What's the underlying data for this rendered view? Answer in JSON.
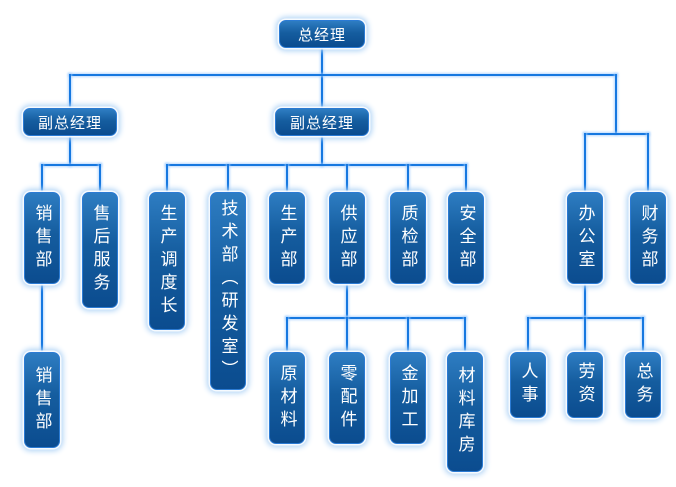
{
  "diagram_type": "org-chart",
  "colors": {
    "background": "#ffffff",
    "node_fill_top": "#2e7dc2",
    "node_fill_bottom": "#0b4c8f",
    "node_border": "#2b7bd4",
    "node_glow": "#aed2f5",
    "connector_line": "#1678e0",
    "node_text": "#ffffff"
  },
  "nodes": [
    {
      "id": "general-manager",
      "label": "总经理",
      "parent": null
    },
    {
      "id": "deputy-gm-left",
      "label": "副总经理",
      "parent": "general-manager"
    },
    {
      "id": "deputy-gm-middle",
      "label": "副总经理",
      "parent": "general-manager"
    },
    {
      "id": "sales-dept",
      "label": "销售部",
      "parent": "deputy-gm-left"
    },
    {
      "id": "after-sales-service",
      "label": "售后服务",
      "parent": "deputy-gm-left"
    },
    {
      "id": "production-dispatch-chief",
      "label": "生产调度长",
      "parent": "deputy-gm-middle"
    },
    {
      "id": "tech-dept-rd-room",
      "label": "技术部（研发室）",
      "parent": "deputy-gm-middle"
    },
    {
      "id": "production-dept",
      "label": "生产部",
      "parent": "deputy-gm-middle"
    },
    {
      "id": "supply-dept",
      "label": "供应部",
      "parent": "deputy-gm-middle"
    },
    {
      "id": "quality-inspection-dept",
      "label": "质检部",
      "parent": "deputy-gm-middle"
    },
    {
      "id": "safety-dept",
      "label": "安全部",
      "parent": "deputy-gm-middle"
    },
    {
      "id": "office",
      "label": "办公室",
      "parent": "general-manager"
    },
    {
      "id": "finance-dept",
      "label": "财务部",
      "parent": "general-manager"
    },
    {
      "id": "sales-dept-sub",
      "label": "销售部",
      "parent": "sales-dept"
    },
    {
      "id": "raw-materials",
      "label": "原材料",
      "parent": "supply-dept"
    },
    {
      "id": "spare-parts",
      "label": "零配件",
      "parent": "supply-dept"
    },
    {
      "id": "metal-processing",
      "label": "金加工",
      "parent": "supply-dept"
    },
    {
      "id": "material-warehouse",
      "label": "材料库房",
      "parent": "supply-dept"
    },
    {
      "id": "personnel",
      "label": "人事",
      "parent": "office"
    },
    {
      "id": "labor-wages",
      "label": "劳资",
      "parent": "office"
    },
    {
      "id": "general-affairs",
      "label": "总务",
      "parent": "office"
    }
  ]
}
